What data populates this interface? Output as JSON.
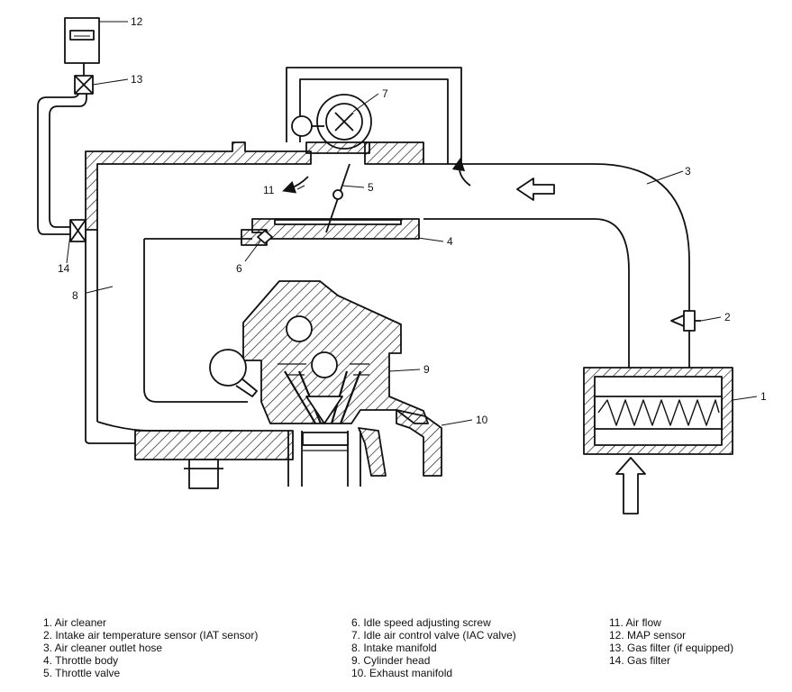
{
  "callouts": {
    "c1": "1",
    "c2": "2",
    "c3": "3",
    "c4": "4",
    "c5": "5",
    "c6": "6",
    "c7": "7",
    "c8": "8",
    "c9": "9",
    "c10": "10",
    "c11": "11",
    "c12": "12",
    "c13": "13",
    "c14": "14"
  },
  "legend": {
    "col1": [
      "1. Air cleaner",
      "2. Intake air temperature sensor (IAT sensor)",
      "3. Air cleaner outlet hose",
      "4. Throttle body",
      "5. Throttle valve"
    ],
    "col2": [
      "6. Idle speed adjusting screw",
      "7. Idle air control valve (IAC valve)",
      "8. Intake manifold",
      "9. Cylinder head",
      "10. Exhaust manifold"
    ],
    "col3": [
      "11. Air flow",
      "12. MAP sensor",
      "13. Gas filter (if equipped)",
      "14. Gas filter"
    ]
  },
  "colors": {
    "ink": "#111111",
    "paper": "#ffffff"
  }
}
